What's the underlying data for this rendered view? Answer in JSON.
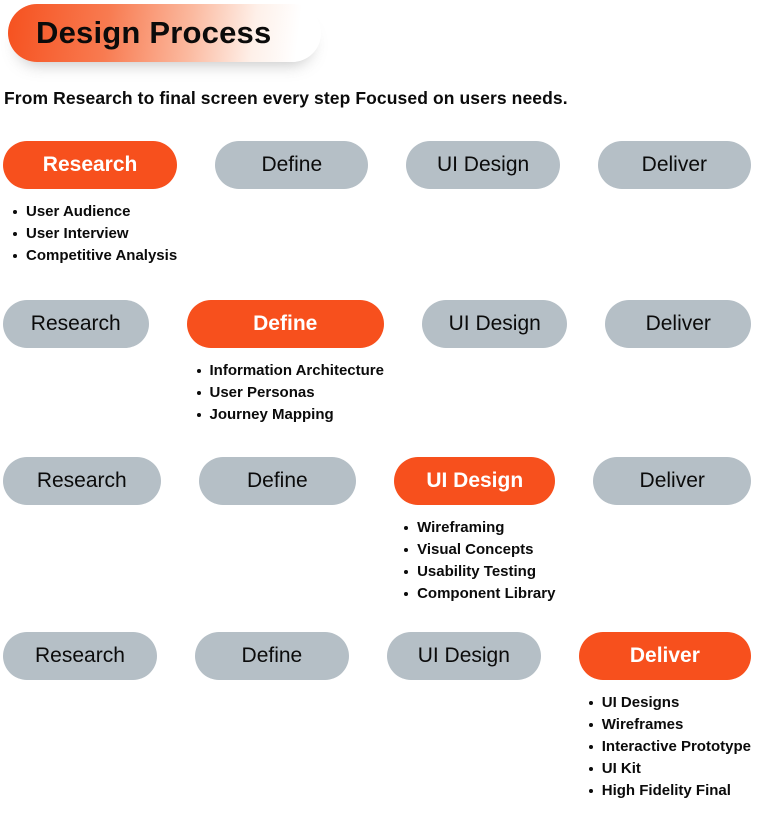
{
  "header": {
    "title": "Design Process",
    "subtitle": "From Research to final screen every step Focused on users needs."
  },
  "stages": [
    "Research",
    "Define",
    "UI Design",
    "Deliver"
  ],
  "rows": [
    {
      "active_stage": "Research",
      "bullets": [
        "User Audience",
        "User Interview",
        "Competitive Analysis"
      ]
    },
    {
      "active_stage": "Define",
      "bullets": [
        "Information Architecture",
        "User Personas",
        "Journey Mapping"
      ]
    },
    {
      "active_stage": "UI Design",
      "bullets": [
        "Wireframing",
        "Visual Concepts",
        "Usability Testing",
        "Component Library"
      ]
    },
    {
      "active_stage": "Deliver",
      "bullets": [
        "UI Designs",
        "Wireframes",
        "Interactive Prototype",
        "UI Kit",
        "High Fidelity Final"
      ]
    }
  ],
  "icons": {
    "bullet": "dot"
  },
  "colors": {
    "accent_orange": "#F7501D",
    "inactive_pill_gray": "#B5BFC6",
    "title_gradient_start": "#F6511F",
    "title_gradient_end": "#FFFFFF",
    "text": "#0B0B0B",
    "active_label_text": "#FFFFFF",
    "background": "#FFFFFF"
  }
}
